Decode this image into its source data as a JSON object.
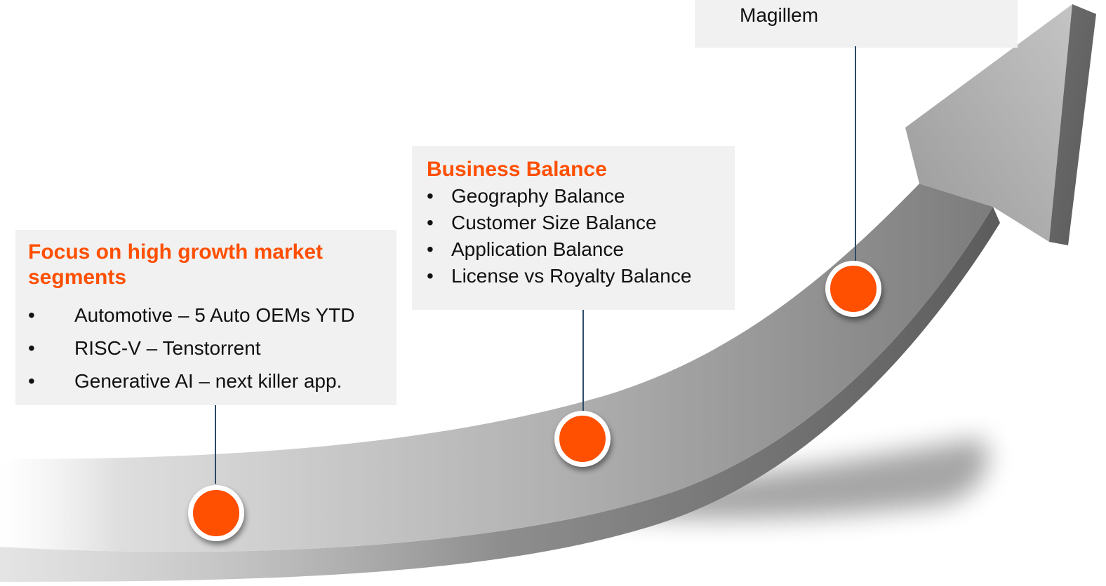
{
  "colors": {
    "accent": "#ff4f00",
    "box_bg": "#f1f1f1",
    "connector": "#2e4a66",
    "arrow_light": "#d6d6d6",
    "arrow_dark": "#707070"
  },
  "icons": {
    "arrow": "curved-growth-arrow",
    "milestone": "milestone-dot"
  },
  "milestones": [
    {
      "title": "Focus on high growth market segments",
      "bullet": "•",
      "items": [
        "Automotive – 5 Auto OEMs YTD",
        "RISC-V – Tenstorrent",
        "Generative AI – next killer app."
      ]
    },
    {
      "title": "Business Balance",
      "bullet": "•",
      "items": [
        "Geography Balance",
        "Customer Size Balance",
        "Application Balance",
        "License vs Royalty Balance"
      ]
    },
    {
      "title": "",
      "bullet": "",
      "items": [
        "Magillem"
      ]
    }
  ]
}
